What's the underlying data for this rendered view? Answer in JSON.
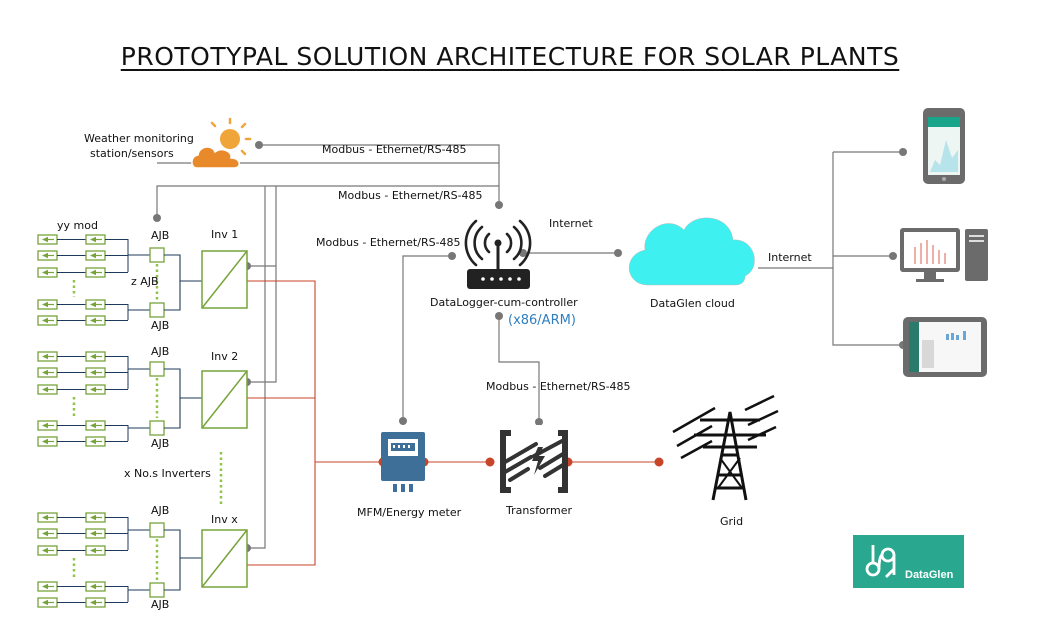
{
  "title": "PROTOTYPAL SOLUTION ARCHITECTURE FOR SOLAR PLANTS",
  "labels": {
    "weather_line1": "Weather monitoring",
    "weather_line2": "station/sensors",
    "modbus_top": "Modbus - Ethernet/RS-485",
    "modbus_mid": "Modbus - Ethernet/RS-485",
    "modbus_left": "Modbus - Ethernet/RS-485",
    "modbus_bottom": "Modbus - Ethernet/RS-485",
    "internet_1": "Internet",
    "internet_2": "Internet",
    "datalogger": "DataLogger-cum-controller",
    "arch": "(x86/ARM)",
    "cloud": "DataGlen cloud",
    "yy_mod": "yy mod",
    "z_ajb": "z AJB",
    "ajb": "AJB",
    "inv1": "Inv 1",
    "inv2": "Inv 2",
    "invx": "Inv x",
    "x_inverters": "x No.s Inverters",
    "mfm": "MFM/Energy meter",
    "transformer": "Transformer",
    "grid": "Grid",
    "logo": "DataGlen"
  },
  "colors": {
    "panel_green": "#76a43a",
    "dc_dark": "#1f3a5a",
    "ac_red": "#c8452a",
    "comm_gray": "#777777",
    "dots_green": "#8fc34a",
    "sun_orange": "#f0a53a",
    "cloud_orange": "#e8892a",
    "cloud_cyan": "#3ff0f0",
    "logo_teal": "#2aa88f",
    "meter_blue": "#3e6f98"
  },
  "icons": [
    "weather-icon",
    "router-icon",
    "cloud-icon",
    "mobile-icon",
    "desktop-icon",
    "tablet-icon",
    "energy-meter-icon",
    "transformer-icon",
    "transmission-tower-icon",
    "dataglen-logo-icon"
  ]
}
